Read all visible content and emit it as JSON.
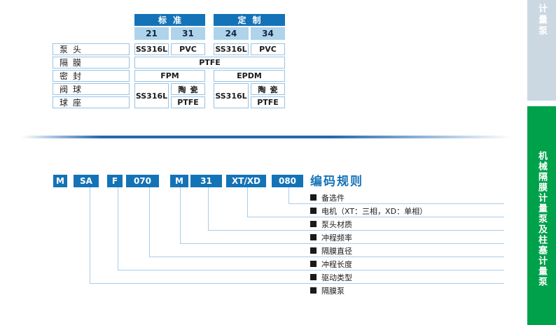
{
  "sidebar": {
    "top_tab": {
      "label": "计量泵"
    },
    "bottom_tab": {
      "label": "机械隔膜计量泵及柱塞计量泵"
    }
  },
  "materials_table": {
    "group_headers": [
      "标准",
      "定制"
    ],
    "model_codes": [
      "21",
      "31",
      "24",
      "34"
    ],
    "row_labels": [
      "泵头",
      "隔膜",
      "密封",
      "阀球",
      "球座"
    ],
    "cells": {
      "pump_head": [
        "SS316L",
        "PVC",
        "SS316L",
        "PVC"
      ],
      "diaphragm_all": "PTFE",
      "seal_standard": "FPM",
      "seal_custom": "EPDM",
      "valve_std_body": "SS316L",
      "valve_std_ball": "陶瓷",
      "valve_std_seat": "PTFE",
      "valve_cust_body": "SS316L",
      "valve_cust_ball": "陶瓷",
      "valve_cust_seat": "PTFE"
    }
  },
  "coding": {
    "title": "编码规则",
    "blocks": [
      "M",
      "SA",
      "F",
      "070",
      "M",
      "31",
      "XT/XD",
      "080"
    ],
    "legend_items": [
      "备选件",
      "电机（XT：三相，XD：单相）",
      "泵头材质",
      "冲程频率",
      "隔膜直径",
      "冲程长度",
      "驱动类型",
      "隔膜泵"
    ]
  },
  "colors": {
    "primary_blue": "#1473B7",
    "light_blue_fill": "#AED3EB",
    "cell_border_blue": "#99C2E2",
    "connector_blue": "#A9CCE9",
    "divider_blue": "#2368AE",
    "green": "#00A14B",
    "tab_gray_blue": "#CBD8E2"
  }
}
